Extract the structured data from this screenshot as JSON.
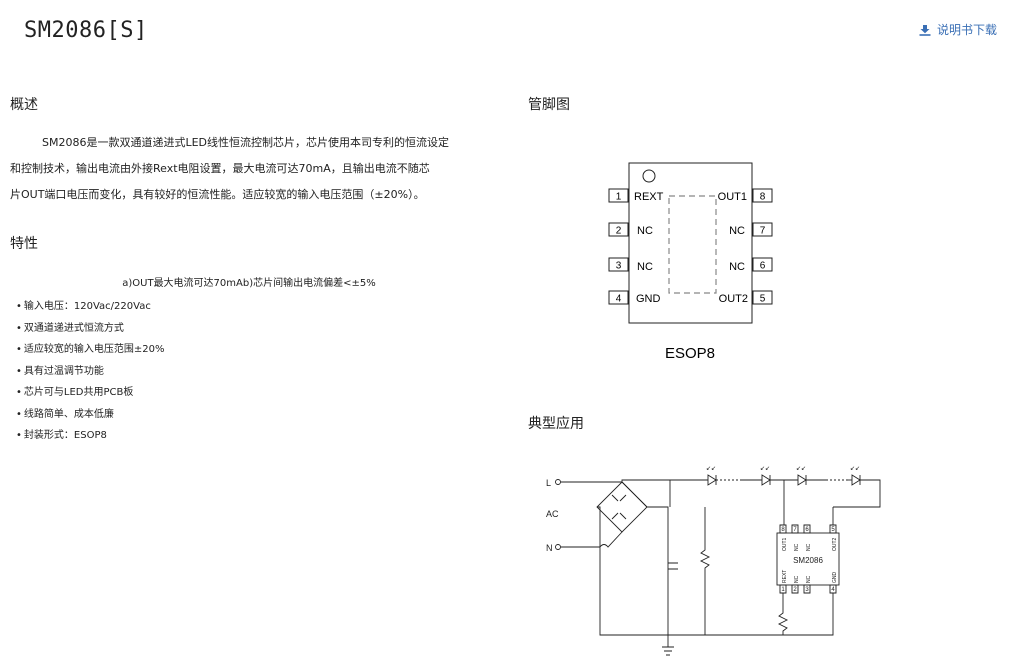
{
  "header": {
    "title": "SM2086[S]",
    "download_label": "说明书下载",
    "download_icon": "download-icon",
    "accent_color": "#3a6fb5"
  },
  "overview": {
    "heading": "概述",
    "lines": [
      "SM2086是一款双通道递进式LED线性恒流控制芯片，芯片使用本司专利的恒流设定",
      "和控制技术，输出电流由外接Rext电阻设置，最大电流可达70mA，且输出电流不随芯",
      "片OUT端口电压而变化，具有较好的恒流性能。适应较宽的输入电压范围（±20%）。"
    ]
  },
  "features": {
    "heading": "特性",
    "first": "a)OUT最大电流可达70mAb)芯片间输出电流偏差<±5%",
    "items": [
      "输入电压：120Vac/220Vac",
      "双通道递进式恒流方式",
      "适应较宽的输入电压范围±20%",
      "具有过温调节功能",
      "芯片可与LED共用PCB板",
      "线路简单、成本低廉",
      "封装形式：ESOP8"
    ]
  },
  "pinout": {
    "heading": "管脚图",
    "package": "ESOP8",
    "left_pins": [
      {
        "num": "1",
        "name": "REXT"
      },
      {
        "num": "2",
        "name": "NC"
      },
      {
        "num": "3",
        "name": "NC"
      },
      {
        "num": "4",
        "name": "GND"
      }
    ],
    "right_pins": [
      {
        "num": "8",
        "name": "OUT1"
      },
      {
        "num": "7",
        "name": "NC"
      },
      {
        "num": "6",
        "name": "NC"
      },
      {
        "num": "5",
        "name": "OUT2"
      }
    ]
  },
  "application": {
    "heading": "典型应用",
    "label_l": "L",
    "label_ac": "AC",
    "label_n": "N",
    "chip_name": "SM2086",
    "chip_top_pins": [
      {
        "num": "8",
        "name": "OUT1"
      },
      {
        "num": "7",
        "name": "NC"
      },
      {
        "num": "6",
        "name": "NC"
      },
      {
        "num": "5",
        "name": "OUT2"
      }
    ],
    "chip_bottom_pins": [
      {
        "num": "1",
        "name": "REXT"
      },
      {
        "num": "2",
        "name": "NC"
      },
      {
        "num": "3",
        "name": "NC"
      },
      {
        "num": "4",
        "name": "GND"
      }
    ]
  }
}
